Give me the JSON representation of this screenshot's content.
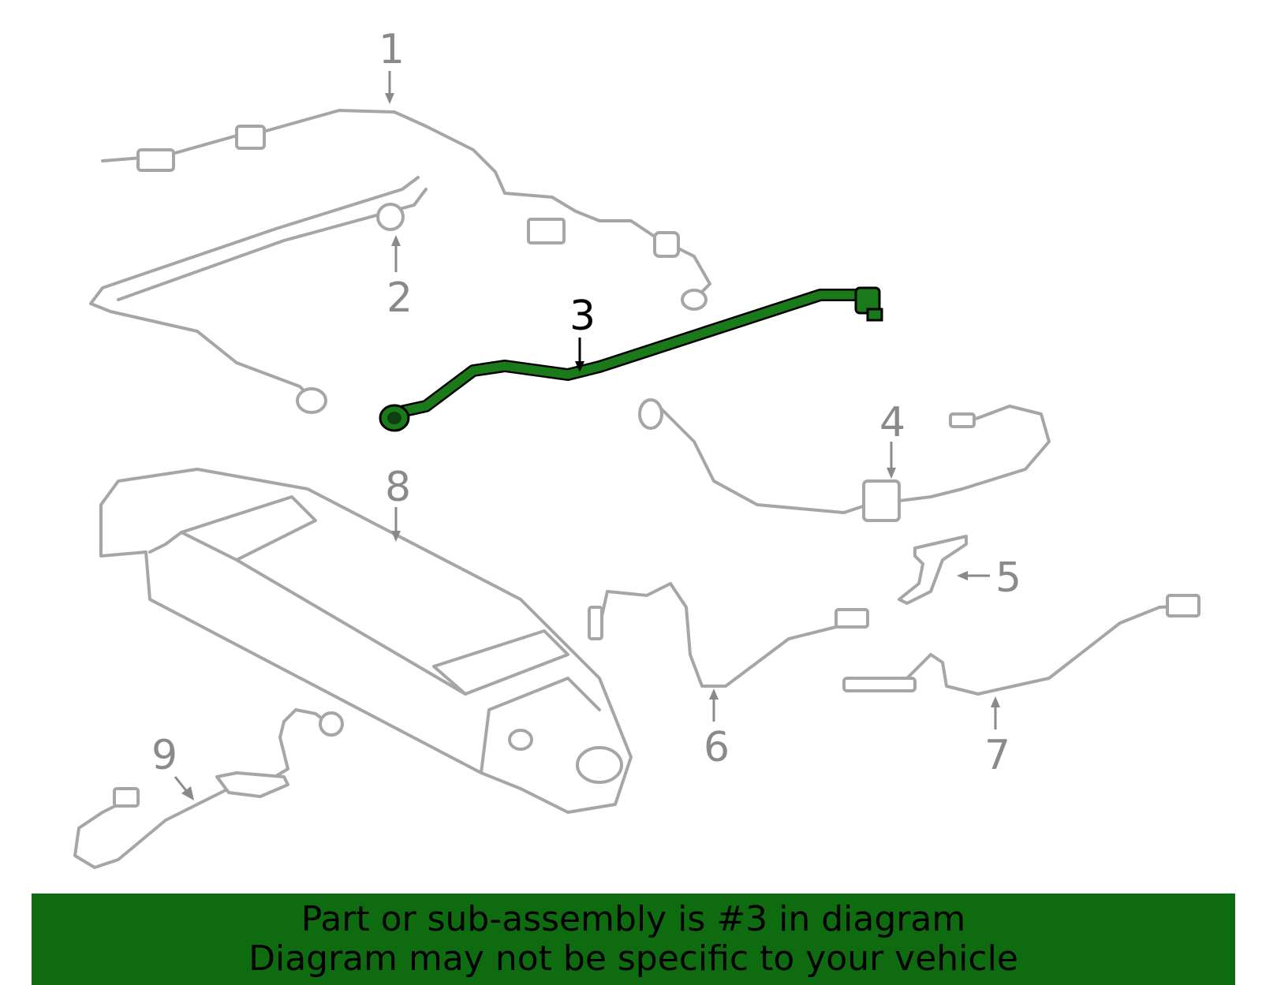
{
  "diagram": {
    "highlight_color": "#1a7a1a",
    "part_color": "#a6a6a6",
    "callouts": [
      {
        "id": "1",
        "label": "1"
      },
      {
        "id": "2",
        "label": "2"
      },
      {
        "id": "3",
        "label": "3",
        "highlighted": true
      },
      {
        "id": "4",
        "label": "4"
      },
      {
        "id": "5",
        "label": "5"
      },
      {
        "id": "6",
        "label": "6"
      },
      {
        "id": "7",
        "label": "7"
      },
      {
        "id": "8",
        "label": "8"
      },
      {
        "id": "9",
        "label": "9"
      }
    ]
  },
  "banner": {
    "background": "#0f6b0f",
    "line1": "Part or sub-assembly is #3 in diagram",
    "line2": "Diagram may not be specific to your vehicle"
  }
}
